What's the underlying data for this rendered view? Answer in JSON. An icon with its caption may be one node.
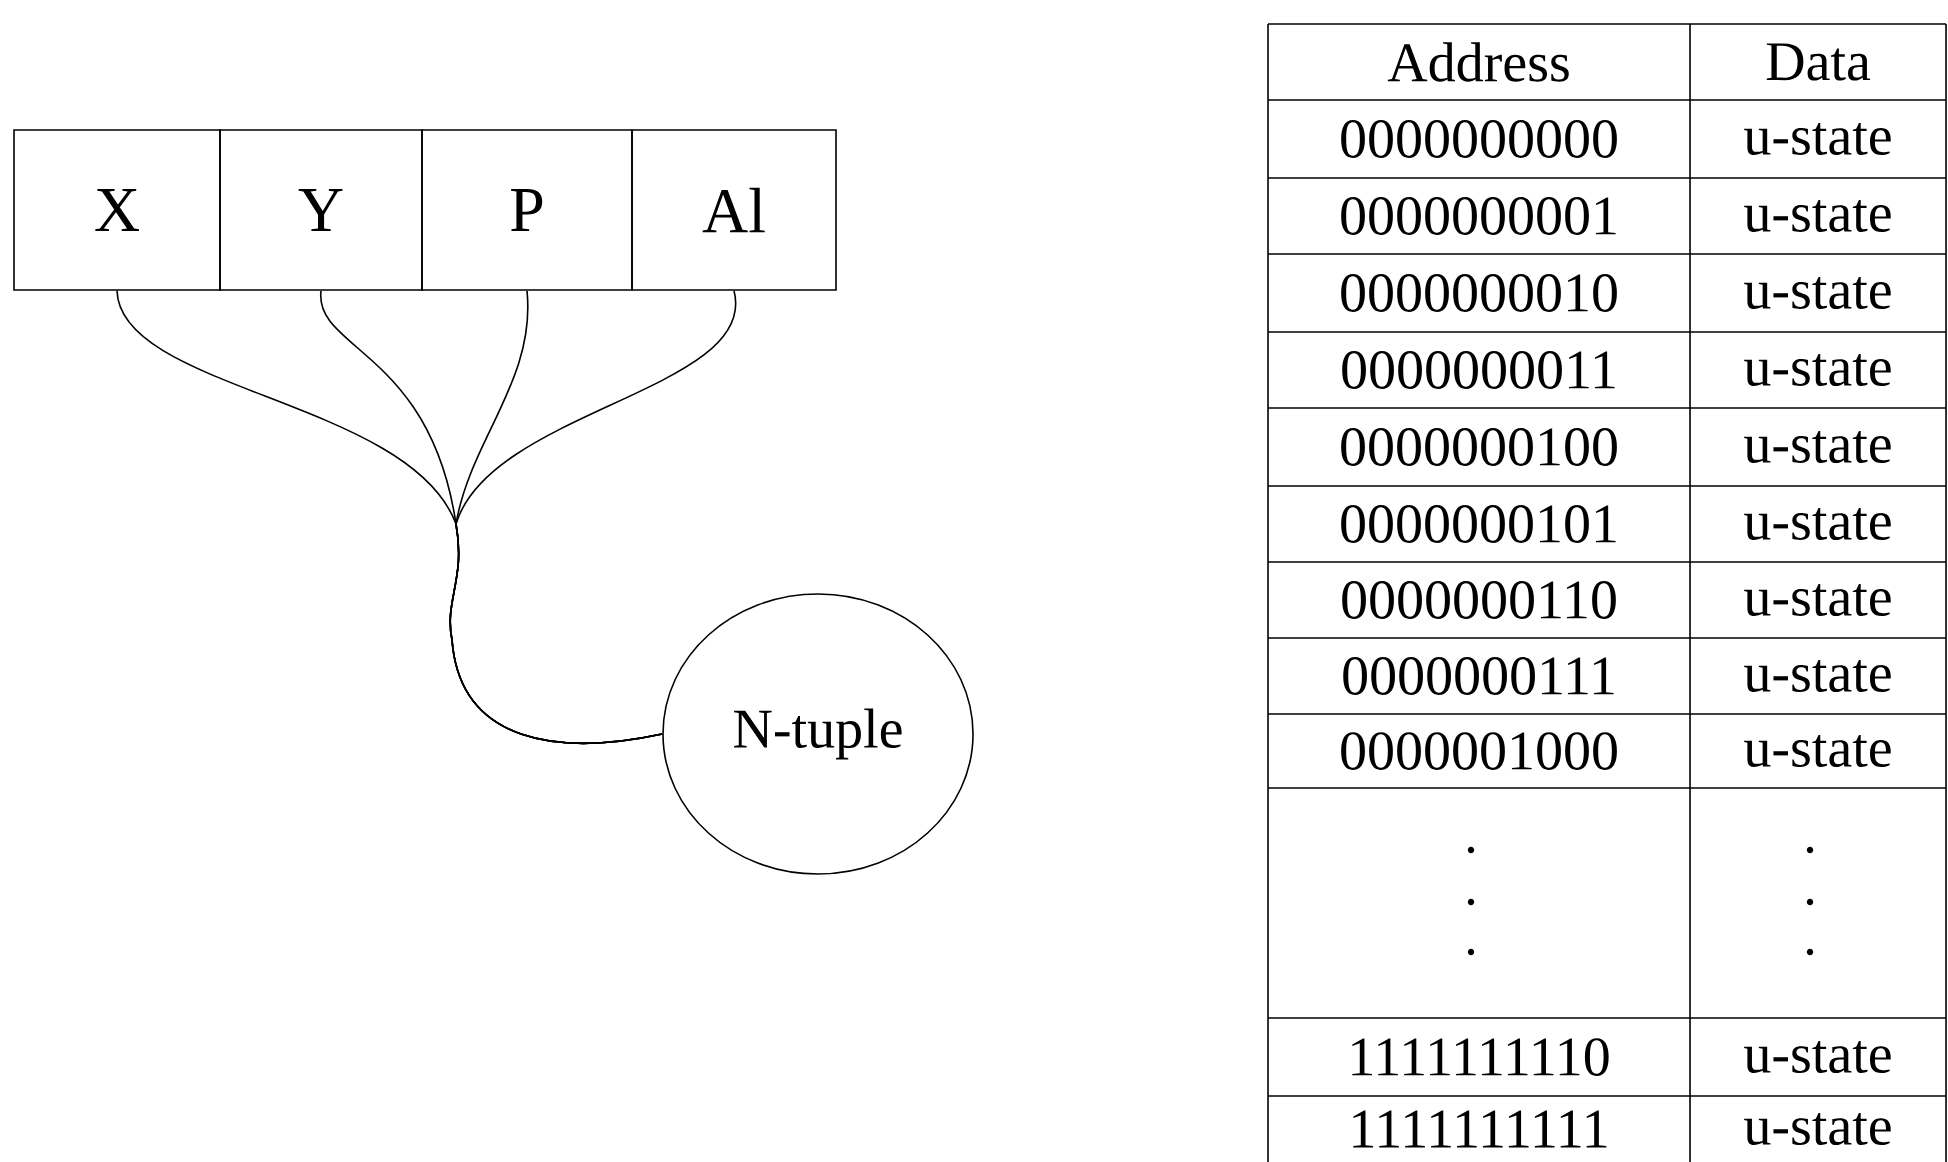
{
  "diagram": {
    "nodes": [
      {
        "text": [
          "X"
        ]
      },
      {
        "text": [
          "Y"
        ]
      },
      {
        "text": [
          "P"
        ]
      },
      {
        "text": [
          "Al"
        ]
      },
      {
        "text": [
          "N-tuple"
        ]
      }
    ],
    "edges": [
      {
        "from": 0,
        "to": 4,
        "arrow": "none"
      },
      {
        "from": 1,
        "to": 4,
        "arrow": "none"
      },
      {
        "from": 2,
        "to": 4,
        "arrow": "none"
      },
      {
        "from": 3,
        "to": 4,
        "arrow": "none"
      }
    ],
    "labels": [
      "Address",
      "Data",
      "0000000000",
      "u-state",
      "0000000001",
      "u-state",
      "0000000010",
      "u-state",
      "0000000011",
      "u-state",
      "0000000100",
      "u-state",
      "0000000101",
      "u-state",
      "0000000110",
      "u-state",
      "0000000111",
      "u-state",
      "0000001000",
      "u-state",
      "1111111110",
      "u-state",
      "1111111111",
      "u-state"
    ]
  }
}
